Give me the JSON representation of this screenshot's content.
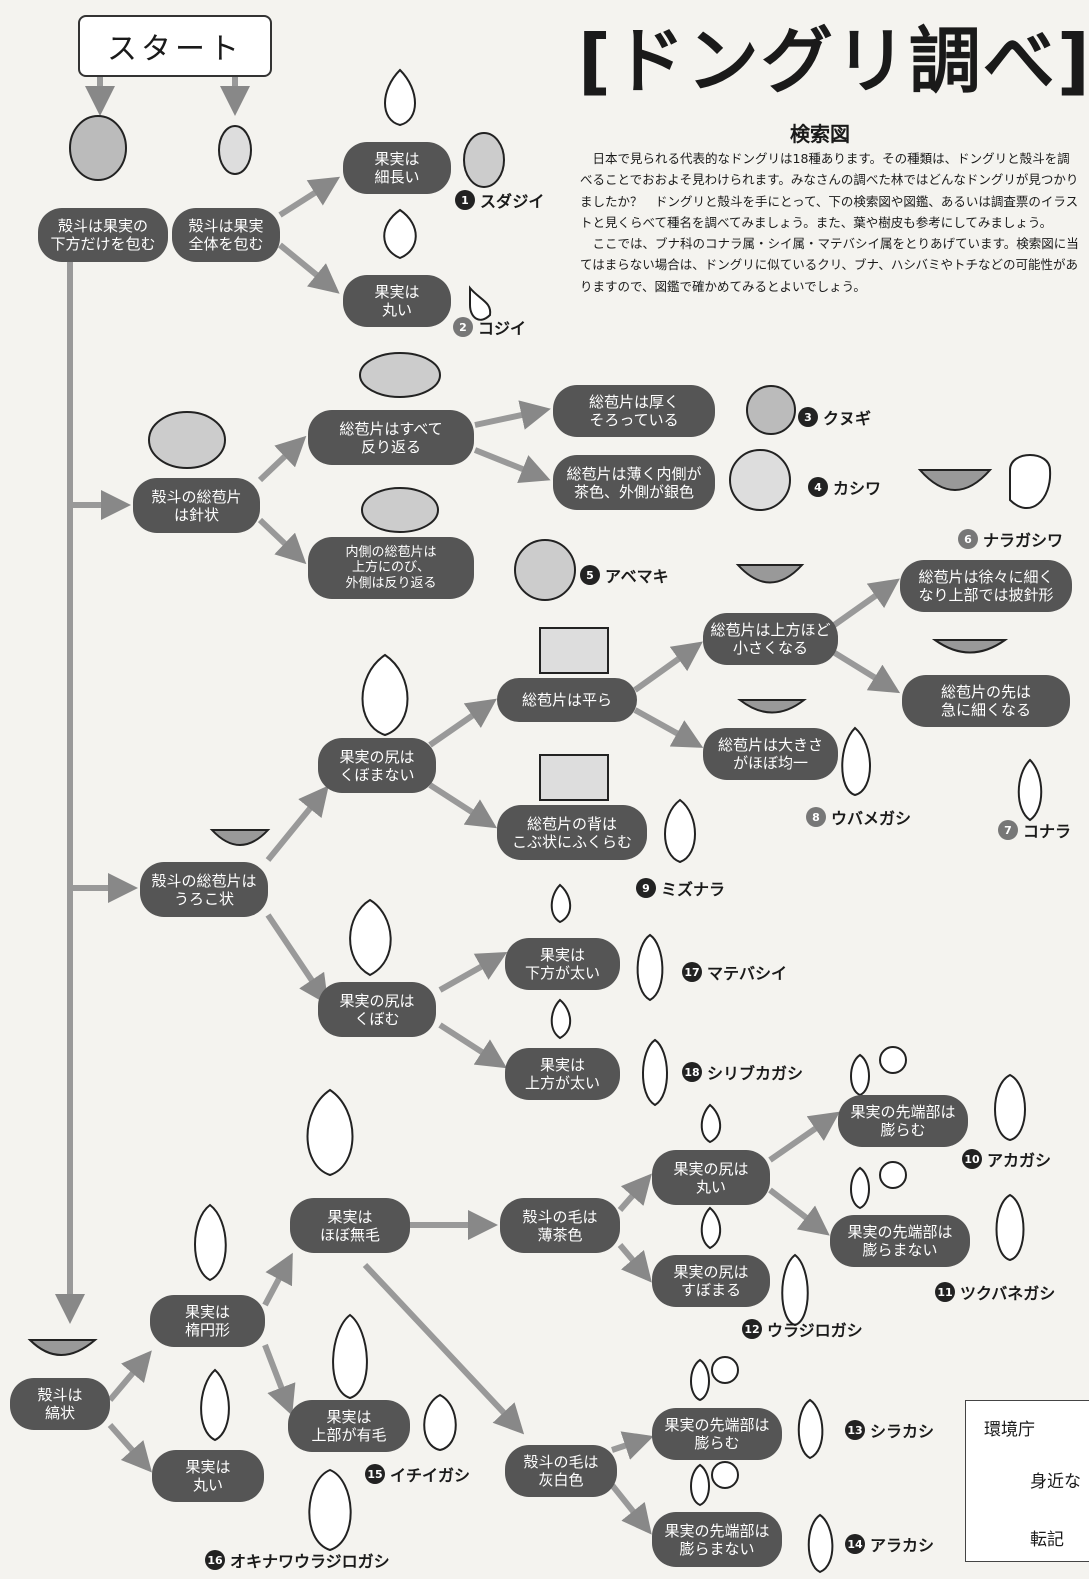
{
  "header": {
    "title": "[ドングリ調べ]",
    "subtitle": "検索図",
    "start": "スタート",
    "intro": [
      "日本で見られる代表的なドングリは18種あります。その種類は、ドングリと殻斗を調べることでおおよそ見わけられます。みなさんの調べた林ではどんなドングリが見つかりましたか？　ドングリと殻斗を手にとって、下の検索図や図鑑、あるいは調査票のイラストと見くらべて種名を調べてみましょう。また、葉や樹皮も参考にしてみましょう。",
      "ここでは、ブナ科のコナラ属・シイ属・マテバシイ属をとりあげています。検索図に当てはまらない場合は、ドングリに似ているクリ、ブナ、ハシバミやトチなどの可能性がありますので、図鑑で確かめてみるとよいでしょう。"
    ]
  },
  "nodes": {
    "n_lower": "殻斗は果実の\n下方だけを包む",
    "n_whole": "殻斗は果実\n全体を包む",
    "n_long": "果実は\n細長い",
    "n_round1": "果実は\n丸い",
    "n_needle": "殻斗の総苞片\nは針状",
    "n_allback": "総苞片はすべて\n反り返る",
    "n_thick": "総苞片は厚く\nそろっている",
    "n_thin": "総苞片は薄く内側が\n茶色、外側が銀色",
    "n_inner": "内側の総苞片は\n上方にのび、\n外側は反り返る",
    "n_scale": "殻斗の総苞片は\nうろこ状",
    "n_notdent": "果実の尻は\nくぼまない",
    "n_flat": "総苞片は平ら",
    "n_smaller": "総苞片は上方ほど\n小さくなる",
    "n_gradual": "総苞片は徐々に細く\nなり上部では披針形",
    "n_sudden": "総苞片の先は\n急に細くなる",
    "n_even": "総苞片は大きさ\nがほぼ均一",
    "n_bumpy": "総苞片の背は\nこぶ状にふくらむ",
    "n_dent": "果実の尻は\nくぼむ",
    "n_lowerthick": "果実は\n下方が太い",
    "n_upperthick": "果実は\n上方が太い",
    "n_ring": "殻斗は\n縞状",
    "n_ellipse": "果実は\n楕円形",
    "n_hairless": "果実は\nほぼ無毛",
    "n_brown": "殻斗の毛は\n薄茶色",
    "n_buttround": "果実の尻は\n丸い",
    "n_tipswell1": "果実の先端部は\n膨らむ",
    "n_tipnot1": "果実の先端部は\n膨らまない",
    "n_buttnarrow": "果実の尻は\nすぼまる",
    "n_tophair": "果実は\n上部が有毛",
    "n_round2": "果実は\n丸い",
    "n_gray": "殻斗の毛は\n灰白色",
    "n_tipswell2": "果実の先端部は\n膨らむ",
    "n_tipnot2": "果実の先端部は\n膨らまない"
  },
  "species": [
    {
      "num": "1",
      "name": "スダジイ"
    },
    {
      "num": "2",
      "name": "コジイ"
    },
    {
      "num": "3",
      "name": "クヌギ"
    },
    {
      "num": "4",
      "name": "カシワ"
    },
    {
      "num": "5",
      "name": "アベマキ"
    },
    {
      "num": "6",
      "name": "ナラガシワ"
    },
    {
      "num": "7",
      "name": "コナラ"
    },
    {
      "num": "8",
      "name": "ウバメガシ"
    },
    {
      "num": "9",
      "name": "ミズナラ"
    },
    {
      "num": "10",
      "name": "アカガシ"
    },
    {
      "num": "11",
      "name": "ツクバネガシ"
    },
    {
      "num": "12",
      "name": "ウラジロガシ"
    },
    {
      "num": "13",
      "name": "シラカシ"
    },
    {
      "num": "14",
      "name": "アラカシ"
    },
    {
      "num": "15",
      "name": "イチイガシ"
    },
    {
      "num": "16",
      "name": "オキナワウラジロガシ"
    },
    {
      "num": "17",
      "name": "マテバシイ"
    },
    {
      "num": "18",
      "name": "シリブカガシ"
    }
  ],
  "stamp": {
    "line1": "環境庁",
    "line2": "身近な",
    "line3": "転記"
  },
  "colors": {
    "box": "#555555",
    "arrow": "#8a8a8a",
    "text_on_box": "#ffffff"
  }
}
